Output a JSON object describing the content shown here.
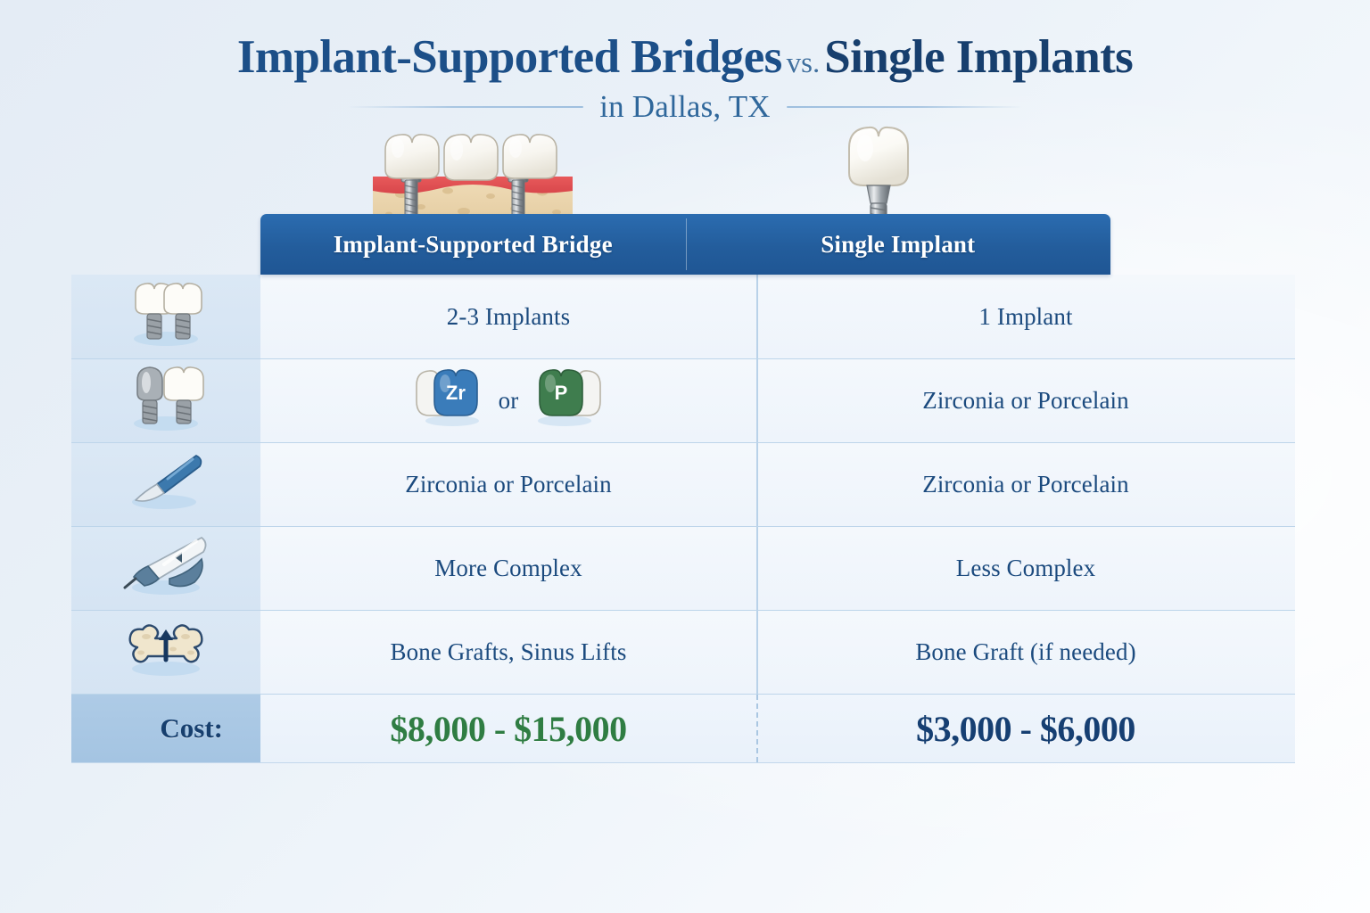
{
  "title": {
    "part1": "Implant-Supported Bridges",
    "vs": "vs.",
    "part2": "Single Implants",
    "subtitle": "in Dallas, TX"
  },
  "illustrations": {
    "bridge": "implant-supported-bridge-illustration",
    "single": "single-implant-illustration"
  },
  "table": {
    "headers": [
      "Implant-Supported Bridge",
      "Single Implant"
    ],
    "rows": [
      {
        "icon": "two-implants-icon",
        "bridge": "2-3 Implants",
        "single": "1 Implant"
      },
      {
        "icon": "abutment-and-crown-icon",
        "bridge_badges": [
          {
            "label": "Zr",
            "color": "#3a7cba"
          },
          {
            "label": "P",
            "color": "#3f7d4e"
          }
        ],
        "bridge_conjunction": "or",
        "single": "Zirconia or Porcelain"
      },
      {
        "icon": "scalpel-icon",
        "bridge": "Zirconia or Porcelain",
        "single": "Zirconia or Porcelain"
      },
      {
        "icon": "dental-handpiece-icon",
        "bridge": "More Complex",
        "single": "Less Complex"
      },
      {
        "icon": "bone-graft-icon",
        "bridge": "Bone Grafts, Sinus Lifts",
        "single": "Bone Graft (if needed)"
      }
    ],
    "cost_row": {
      "label": "Cost:",
      "bridge": "$8,000 - $15,000",
      "single": "$3,000 - $6,000"
    }
  },
  "colors": {
    "header_blue": "#235d9c",
    "title_navy": "#1c4f88",
    "text_navy": "#1b4a7e",
    "cost_green": "#2f7d43",
    "cost_navy": "#163f72",
    "icon_column": "#d8e6f4",
    "cost_label_bg": "#a8c8e4"
  }
}
